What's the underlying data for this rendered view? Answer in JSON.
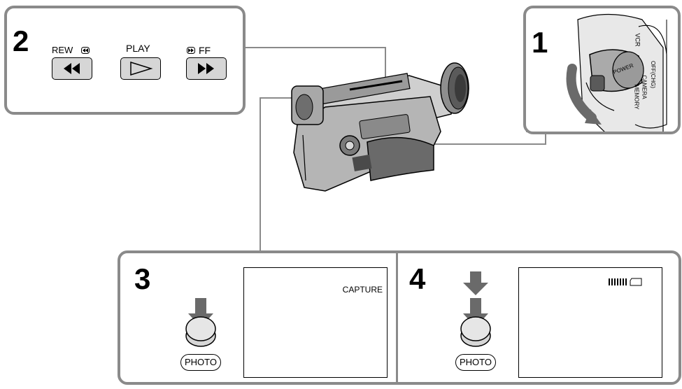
{
  "steps": {
    "step1": {
      "number": "1",
      "switch_labels": {
        "vcr": "VCR",
        "off": "OFF(CHG)",
        "camera": "CAMERA",
        "memory": "MEMORY",
        "power": "POWER"
      }
    },
    "step2": {
      "number": "2",
      "rew_label": "REW",
      "play_label": "PLAY",
      "ff_label": "FF"
    },
    "step3": {
      "number": "3",
      "screen_text": "CAPTURE",
      "photo_label": "PHOTO"
    },
    "step4": {
      "number": "4",
      "photo_label": "PHOTO"
    }
  },
  "icons": {
    "rew": "rewind-icon",
    "play": "play-icon",
    "ff": "fast-forward-icon",
    "press": "press-arrow-icon",
    "progress": "recording-progress-icon",
    "memory": "memory-stick-icon"
  },
  "colors": {
    "panel_border": "#8a8a8a",
    "button_fill": "#d6d6d6",
    "camera_body": "#b5b5b5"
  }
}
